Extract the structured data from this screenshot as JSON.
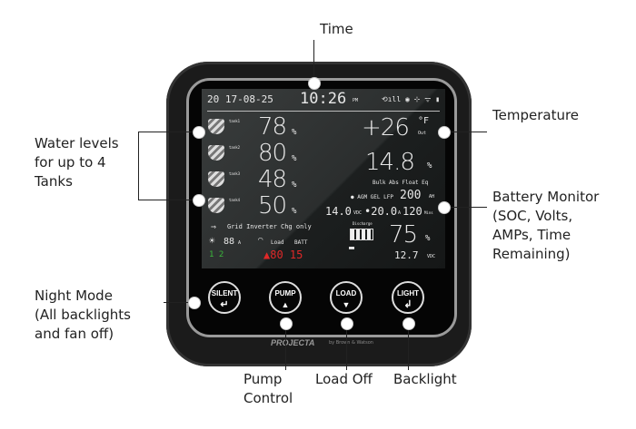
{
  "callouts": {
    "time": "Time",
    "temperature": "Temperature",
    "water": [
      "Water levels",
      "for up to 4",
      "Tanks"
    ],
    "battery": [
      "Battery Monitor",
      "(SOC, Volts,",
      "AMPs, Time",
      "Remaining)"
    ],
    "night": [
      "Night Mode",
      "(All backlights",
      "and fan off)"
    ],
    "pump": [
      "Pump",
      "Control"
    ],
    "load": "Load Off",
    "backlight": "Backlight"
  },
  "screen": {
    "date": "20 17-08-25",
    "time": "10:26",
    "ampm": "PM",
    "status_icons": "⟲ıll ◉ ⊹ ᯤ ▮",
    "tanks": [
      {
        "label": "tank1",
        "value": "78",
        "unit": "%"
      },
      {
        "label": "tank2",
        "value": "80",
        "unit": "%"
      },
      {
        "label": "tank3",
        "value": "48",
        "unit": "%"
      },
      {
        "label": "tank4",
        "value": "50",
        "unit": "%"
      }
    ],
    "temperature": "+26",
    "temp_unit": "°F",
    "temp_sub": "Out",
    "voltage": "14.8",
    "voltage_unit": "%",
    "stages": "Bulk  Abs  Float  Eq",
    "battery_types": "● AGM GEL LFP",
    "capacity": "200",
    "capacity_unit": "AH",
    "volts": "14.0",
    "volts_unit": "VDC",
    "amps": "•20.0",
    "amps_unit": "A",
    "minutes": "120",
    "minutes_unit": "Mins",
    "source": "Grid  Inverter  Chg only",
    "solar": "88",
    "solar_unit": "A",
    "load": "Load",
    "batt": "BATT",
    "pumps": "1   2",
    "error": "▲80 15",
    "discharge": "Discharge",
    "soc": "75",
    "soc_unit": "%",
    "batt_volts": "12.7",
    "batt_volts_unit": "VDC"
  },
  "buttons": [
    {
      "label": "SILENT",
      "glyph": "↵"
    },
    {
      "label": "PUMP",
      "glyph": "▲"
    },
    {
      "label": "LOAD",
      "glyph": "▼"
    },
    {
      "label": "LIGHT",
      "glyph": "↲"
    }
  ],
  "brand": {
    "name": "PROJECTA",
    "by": "by Brown & Watson"
  }
}
